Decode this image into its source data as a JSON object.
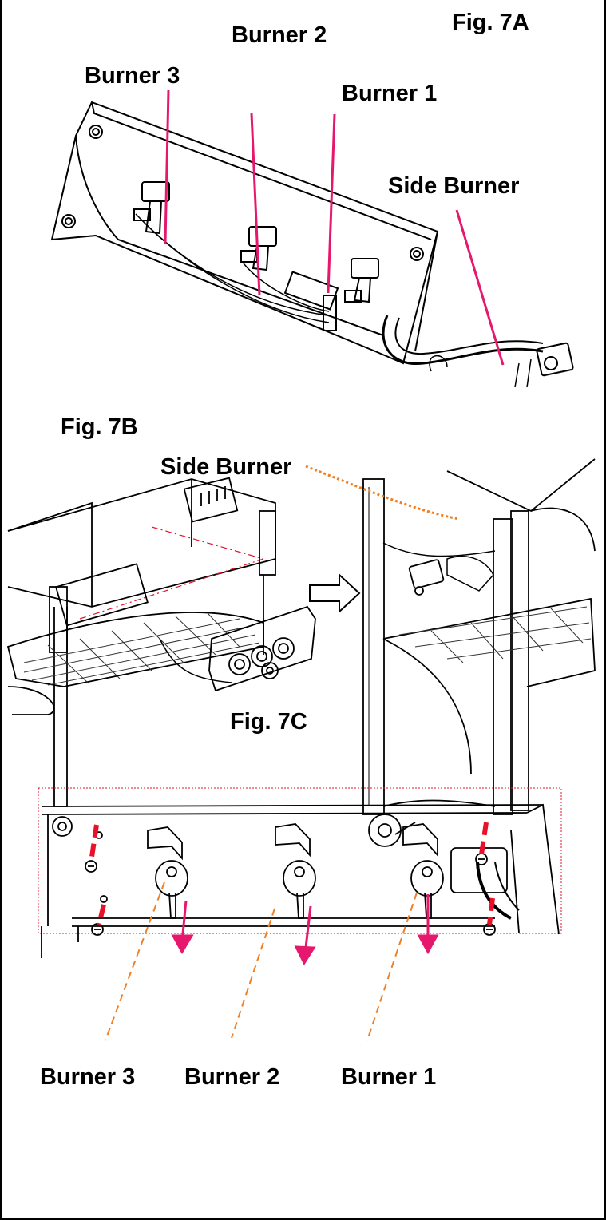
{
  "fig7a": {
    "title": "Fig. 7A",
    "labels": [
      "Burner 2",
      "Burner 3",
      "Burner 1",
      "Side Burner"
    ]
  },
  "fig7b": {
    "title": "Fig. 7B",
    "labels": [
      "Side Burner"
    ]
  },
  "fig7c": {
    "title": "Fig. 7C",
    "labels": [
      "Burner 3",
      "Burner 2",
      "Burner 1"
    ]
  },
  "colors": {
    "leader_magenta": "#e6186e",
    "leader_orange": "#f07f22",
    "arrow_red": "#e8102a",
    "line": "#000000"
  }
}
